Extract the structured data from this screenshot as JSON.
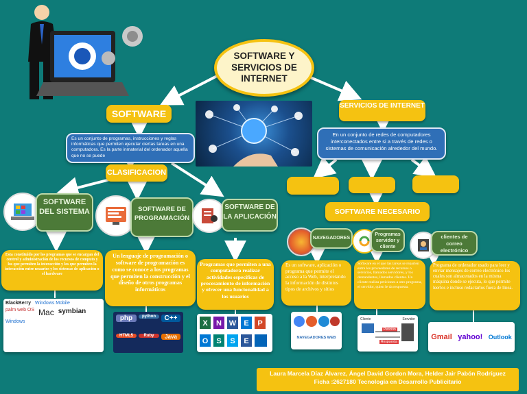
{
  "title": "SOFTWARE Y SERVICIOS DE INTERNET",
  "software": {
    "label": "SOFTWARE",
    "definition": "Es un conjunto de programas, instrucciones y reglas informáticas que permiten ejecutar ciertas tareas en una computadora. Es la parte inmaterial del ordenador aquella que no se puede",
    "classification_label": "CLASIFICACION",
    "categories": [
      {
        "title": "SOFTWARE DEL SISTEMA",
        "description": "Esta constituido por los programas que se encargan del control y administración de los recursos de computo y los que permiten la interacción y los que permiten la interacción entre usuarios y los sistemas de aplicación o el hardware"
      },
      {
        "title": "SOFTWARE DE PROGRAMACIÓN",
        "description": "Un lenguaje de programación o software de programación es como se conoce a los programas que permiten la construcción y el diseño de otros programas informáticos"
      },
      {
        "title": "SOFTWARE DE LA APLICACIÓN",
        "description": "Programas que permiten a una computadora realizar actividades especificas de procesamiento de información y ofrecer una funcionalidad a los usuarios"
      }
    ],
    "system_logos": [
      "BlackBerry",
      "Windows Mobile",
      "palm web OS",
      "Mac",
      "symbian",
      "Windows"
    ],
    "programming_logos": [
      "php",
      "python",
      "C++",
      "HTML5",
      "Ruby",
      "Java"
    ]
  },
  "internet": {
    "label": "SERVICIOS DE INTERNET",
    "definition": "En un conjunto de redes de computadores interconectados entre si a través de redes o sistemas de comunicación alrededor del mundo.",
    "sub_labels": [
      "",
      "",
      ""
    ],
    "services_label": "SOFTWARE NECESARIO",
    "services": [
      {
        "title": "NAVEGADORES",
        "description": "Es un software, aplicación o programa que permite el acceso a la Web, interpretando la información de distintos tipos de archivos y sitios"
      },
      {
        "title": "Programas servidor y cliente",
        "description": "Software en el que las tareas se reparten entre los proveedores de recursos o servicios, llamados servidores, y los demandantes, llamados clientes. Un cliente realiza peticiones a otro programa, el servidor, quien le da respuesta."
      },
      {
        "title": "clientes de correo electrónico",
        "description": "Programa de ordenador usado para leer y enviar mensajes de correo electrónico los cuales son almacenados en la misma máquina donde se ejecuta, lo que permite leerlos e incluso redactarlos fuera de línea."
      }
    ],
    "browser_caption": "NAVEGADORES WEB",
    "client_server": {
      "client": "Cliente",
      "server": "Servidor",
      "request": "Petición",
      "response": "Respuesta"
    },
    "email_logos": [
      "Gmail",
      "yahoo!",
      "Outlook"
    ]
  },
  "footer": {
    "line1": "Laura Marcela Díaz Álvarez, Ángel David Gordon Mora, Helder Jair Pabón Rodríguez",
    "line2": "Ficha :2627180 Tecnología en  Desarrollo Publicitario"
  },
  "colors": {
    "background": "#0e7b78",
    "yellow": "#f5c211",
    "blue": "#2f6fb7",
    "green": "#4c7a38"
  }
}
